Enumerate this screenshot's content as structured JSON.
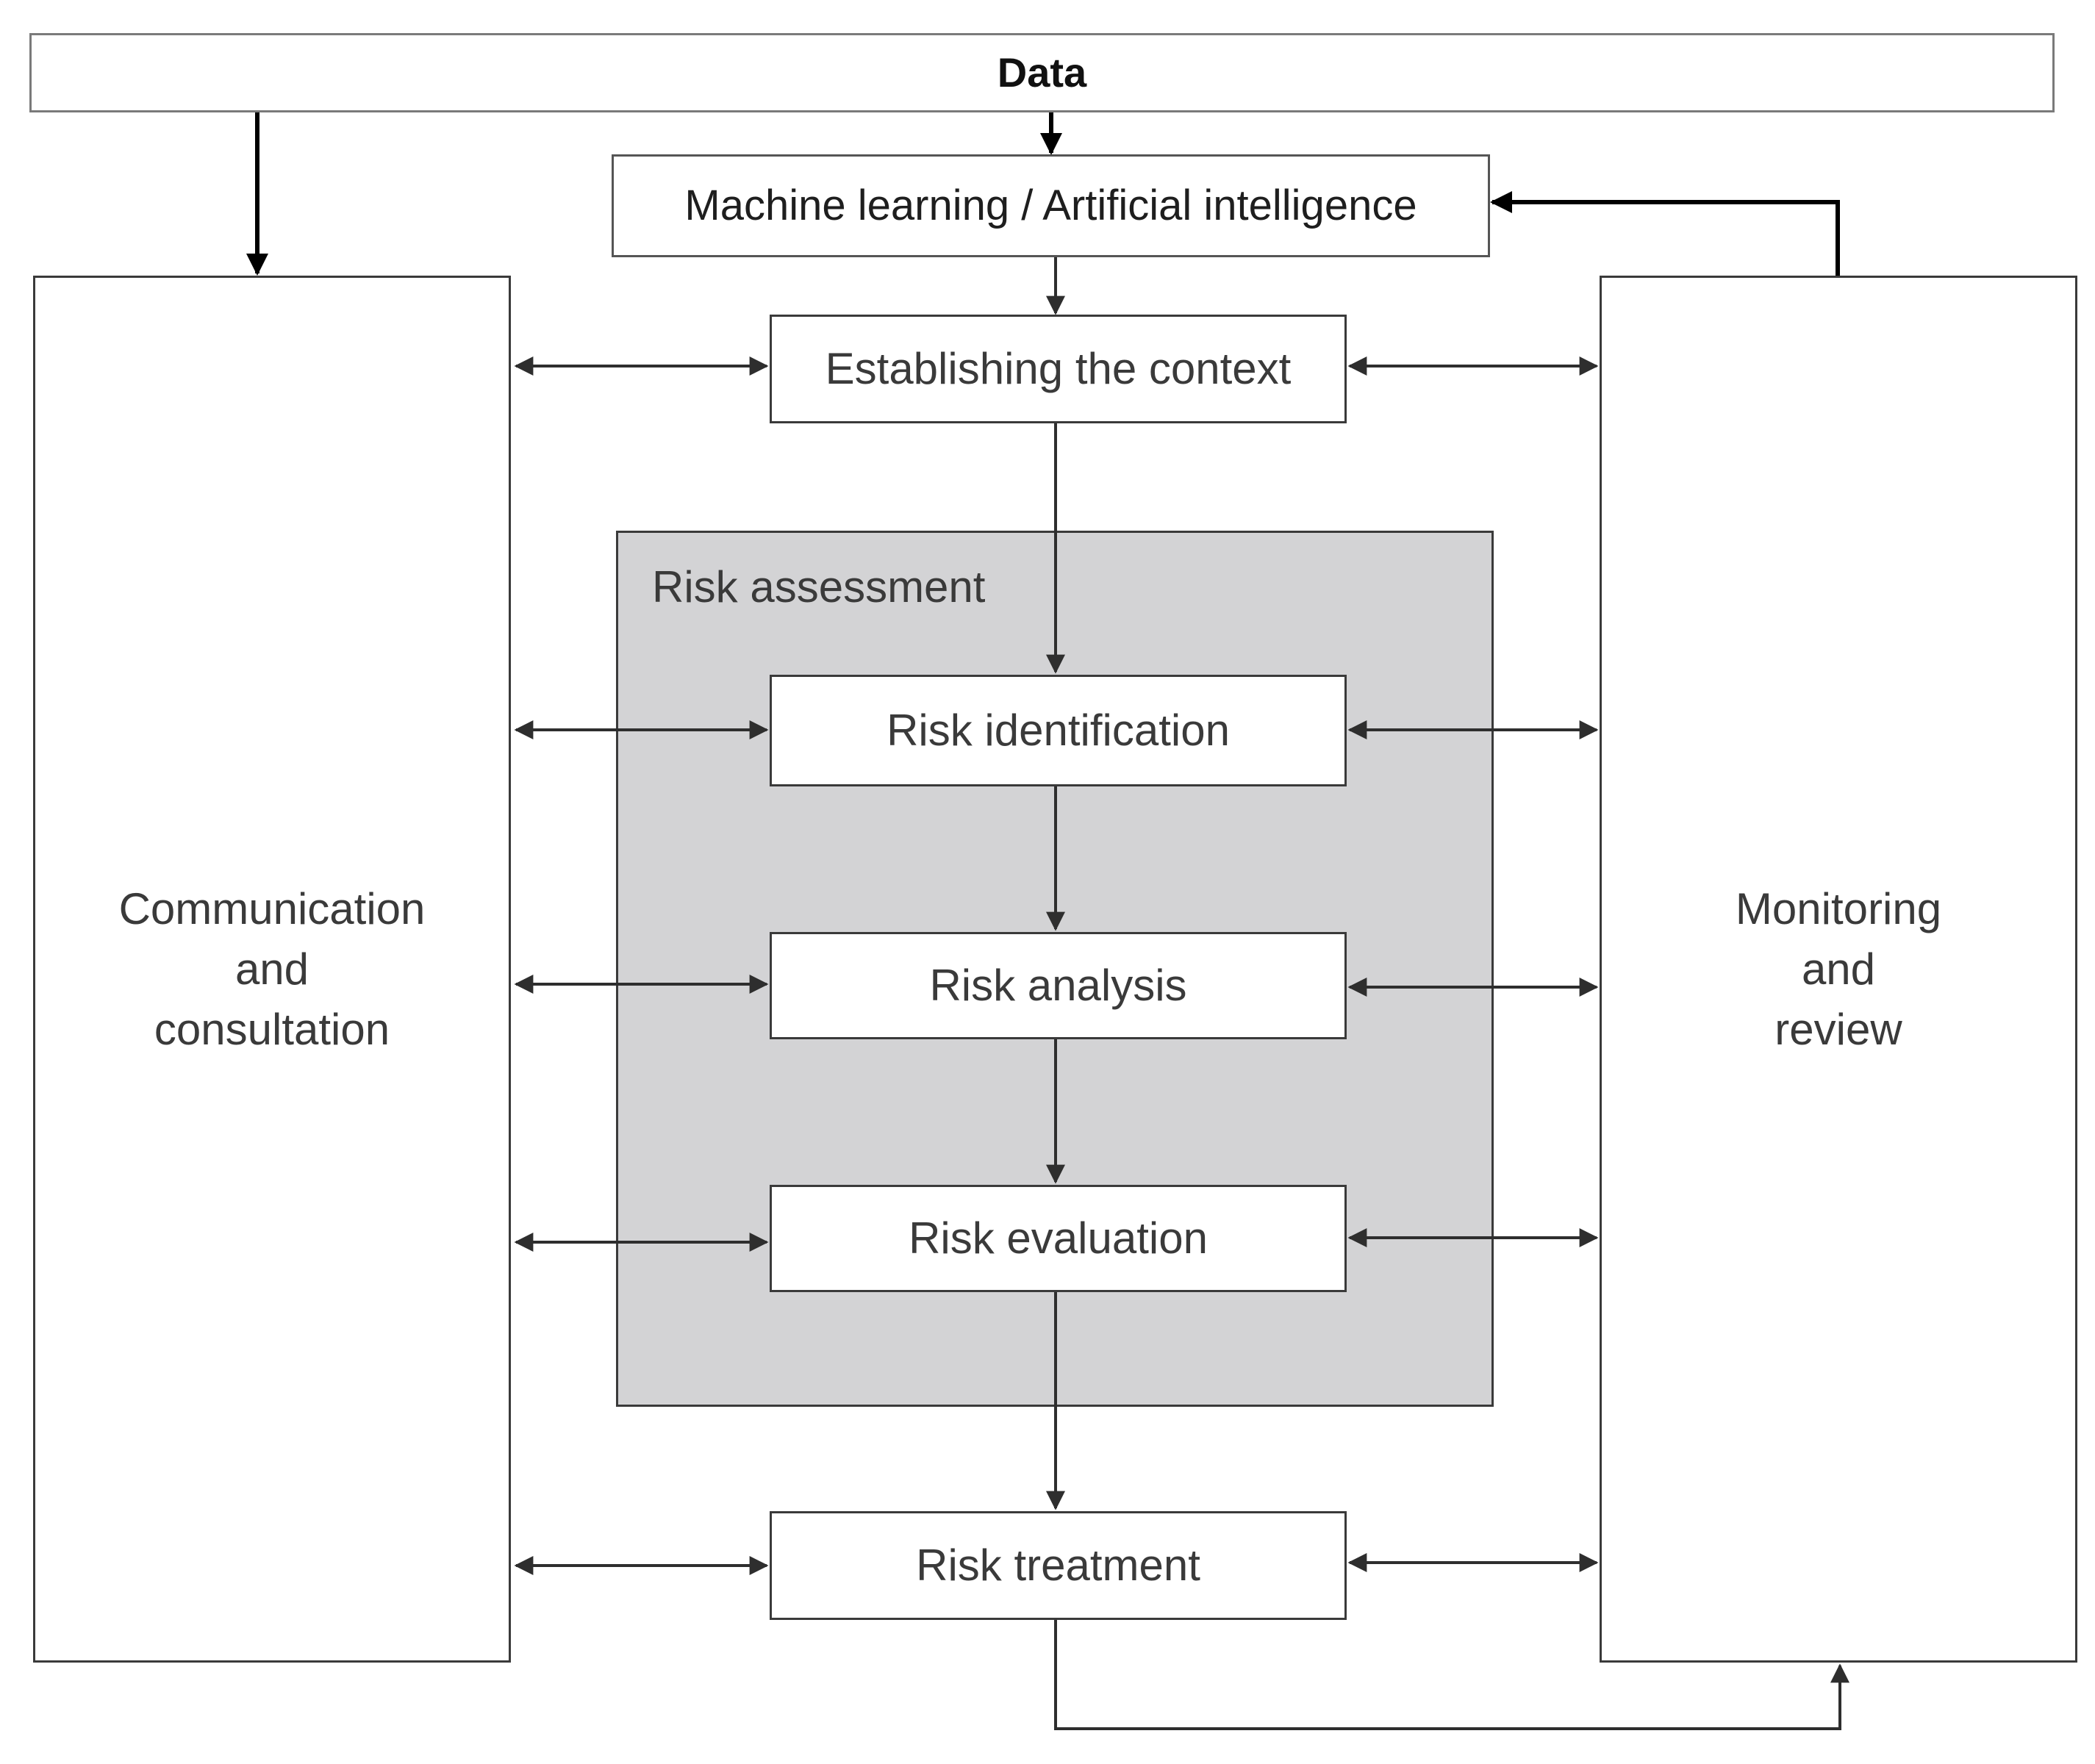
{
  "diagram": {
    "data_label": "Data",
    "ml_label": "Machine learning / Artificial intelligence",
    "context_label": "Establishing the context",
    "assessment_label": "Risk assessment",
    "identification_label": "Risk identification",
    "analysis_label": "Risk analysis",
    "evaluation_label": "Risk evaluation",
    "treatment_label": "Risk treatment",
    "communication_lines": [
      "Communication",
      "and",
      "consultation"
    ],
    "monitoring_lines": [
      "Monitoring",
      "and",
      "review"
    ]
  },
  "colors": {
    "assessment_fill": "#d3d3d5",
    "border": "#3a3a3a",
    "text": "#3a3a3a"
  }
}
